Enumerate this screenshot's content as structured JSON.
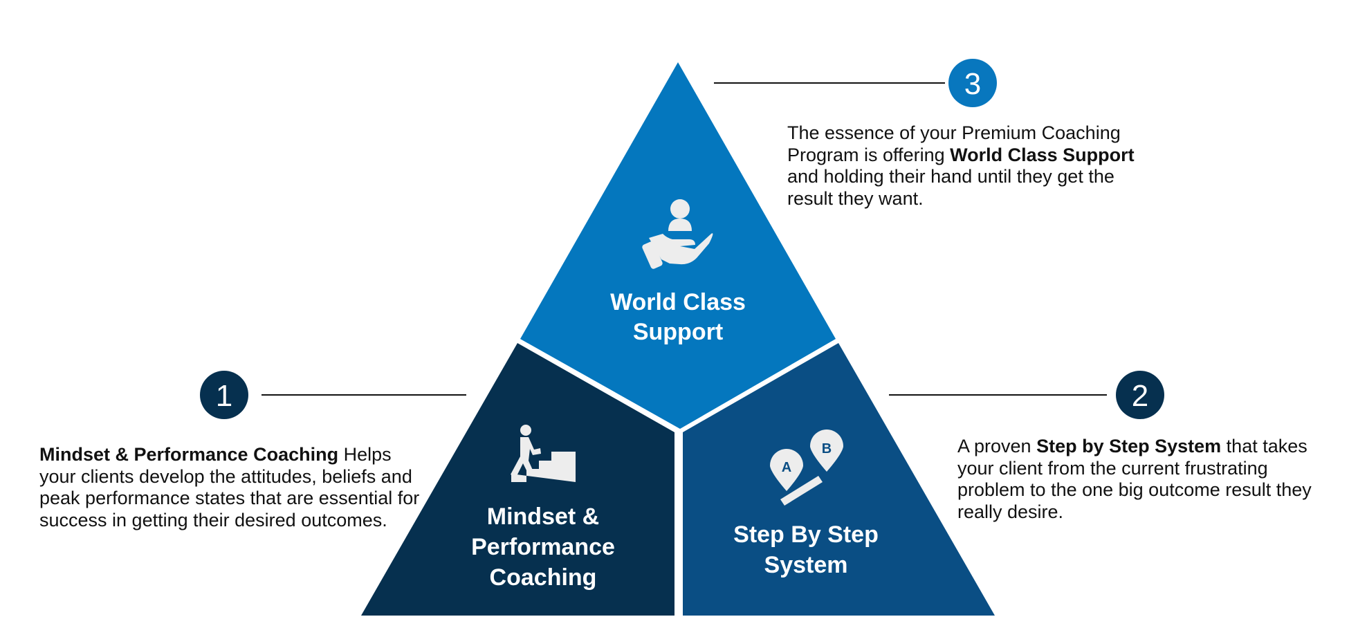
{
  "colors": {
    "top_segment": "#0477BE",
    "left_segment": "#06304F",
    "right_segment": "#0A4E84",
    "badge_top": "#0877BE",
    "badge_side": "#06304F",
    "connector_line": "#111111",
    "icon_fill": "#EDEDED",
    "label_text": "#FFFFFF"
  },
  "segments": {
    "top": {
      "icon": "hand-holding-person-icon",
      "label_lines": [
        "World Class",
        "Support"
      ]
    },
    "left": {
      "icon": "person-climbing-stairs-icon",
      "label_lines": [
        "Mindset &",
        "Performance",
        "Coaching"
      ]
    },
    "right": {
      "icon": "a-to-b-location-pins-icon",
      "label_lines": [
        "Step By Step",
        "System"
      ]
    }
  },
  "callouts": {
    "one": {
      "number": "1",
      "bold": "Mindset & Performance Coaching",
      "text": " Helps your clients develop the attitudes, beliefs and peak performance states that are essential for success in getting their desired outcomes."
    },
    "two": {
      "number": "2",
      "pre": "A proven ",
      "bold": "Step by Step System",
      "post": " that takes your client from the current frustrating problem to the one big outcome result they really desire."
    },
    "three": {
      "number": "3",
      "pre": "The essence of your Premium Coaching Program is offering ",
      "bold": "World Class Support",
      "post": " and holding their hand until they get the result they want."
    }
  },
  "pin_letters": {
    "a": "A",
    "b": "B"
  }
}
